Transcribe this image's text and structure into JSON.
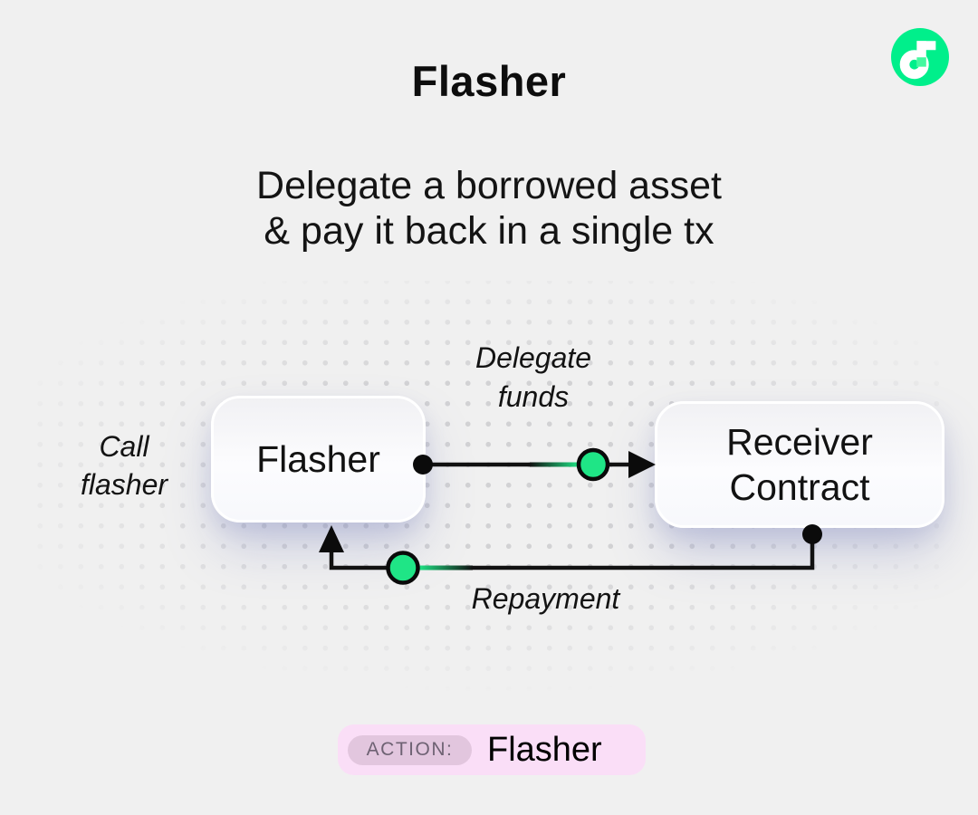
{
  "header": {
    "title": "Flasher",
    "subtitle_lines": [
      "Delegate a borrowed asset",
      "& pay it back in a single tx"
    ]
  },
  "logo": {
    "name": "Flow"
  },
  "diagram": {
    "call_label_lines": [
      "Call",
      "flasher"
    ],
    "nodes": {
      "flasher": {
        "label": "Flasher"
      },
      "receiver": {
        "lines": [
          "Receiver",
          "Contract"
        ]
      }
    },
    "edges": {
      "delegate": {
        "label_lines": [
          "Delegate",
          "funds"
        ]
      },
      "repayment": {
        "label": "Repayment"
      }
    }
  },
  "action_badge": {
    "label": "ACTION:",
    "value": "Flasher"
  },
  "colors": {
    "background": "#f0f0f0",
    "accent_green": "#1fe586",
    "logo_green": "#00ef8b",
    "logo_square": "#44f99f",
    "badge_bg": "#fadef7",
    "badge_pill": "#e2c6de",
    "badge_pill_text": "#6e6273",
    "ink": "#0d0d0d"
  }
}
